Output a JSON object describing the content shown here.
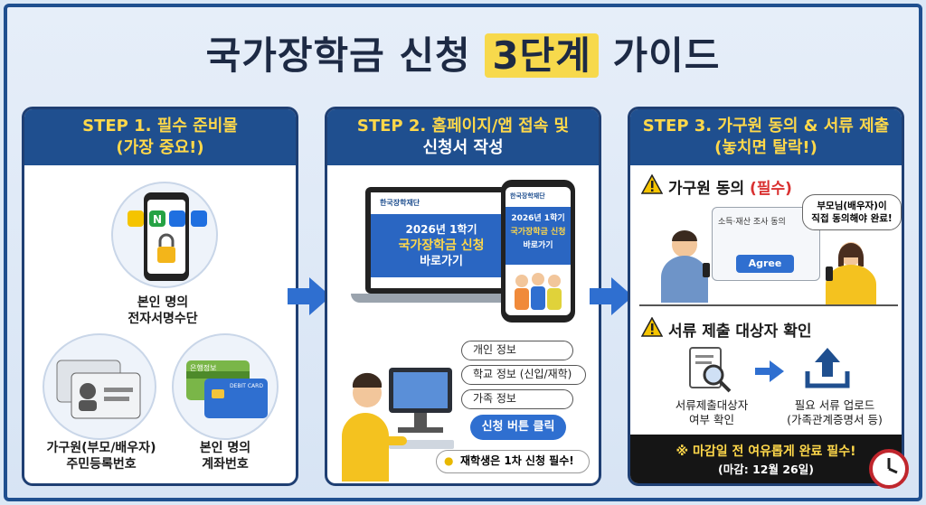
{
  "title": {
    "main": "국가장학금 신청",
    "highlight": "3단계",
    "tail": "가이드"
  },
  "step1": {
    "head_line1": "STEP 1. 필수 준비물",
    "head_line2": "(가장 중요!)",
    "item1": "본인 명의\n전자서명수단",
    "item2": "가구원(부모/배우자)\n주민등록번호",
    "item3": "본인 명의\n계좌번호",
    "card_label1": "은행정보",
    "card_label2": "DEBIT CARD"
  },
  "step2": {
    "head_line1": "STEP 2. 홈페이지/앱 접속 및",
    "head_line2": "신청서 작성",
    "site_name": "한국장학재단",
    "laptop_line1": "2026년 1학기",
    "laptop_line2": "국가장학금 신청",
    "laptop_line3": "바로가기",
    "phone_line1": "2026년 1학기",
    "phone_line2": "국가장학금 신청",
    "phone_line3": "바로가기",
    "form_items": [
      "개인 정보",
      "학교 정보 (신입/재학)",
      "가족 정보"
    ],
    "submit_label": "신청 버튼 클릭",
    "tip": "재학생은 1차 신청 필수!"
  },
  "step3": {
    "head_line1": "STEP 3. 가구원 동의 & 서류 제출",
    "head_line2": "(놓치면 탈락!)",
    "consent_title": "가구원 동의",
    "consent_required": "(필수)",
    "window_text": "소득·재산 조사 동의",
    "agree_label": "Agree",
    "bubble": "부모님(배우자)이\n직접 동의해야 완료!",
    "docs_title": "서류 제출 대상자 확인",
    "doc_check": "서류제출대상자\n여부 확인",
    "doc_upload": "필요 서류 업로드\n(가족관계증명서 등)",
    "deadline": "※ 마감일 전 여유롭게 완료 필수!",
    "deadline_date": "(마감: 12월 26일)"
  },
  "colors": {
    "navy": "#1f4f8f",
    "yellow": "#ffd84a",
    "blue": "#2f6fd0",
    "red": "#d93030"
  }
}
